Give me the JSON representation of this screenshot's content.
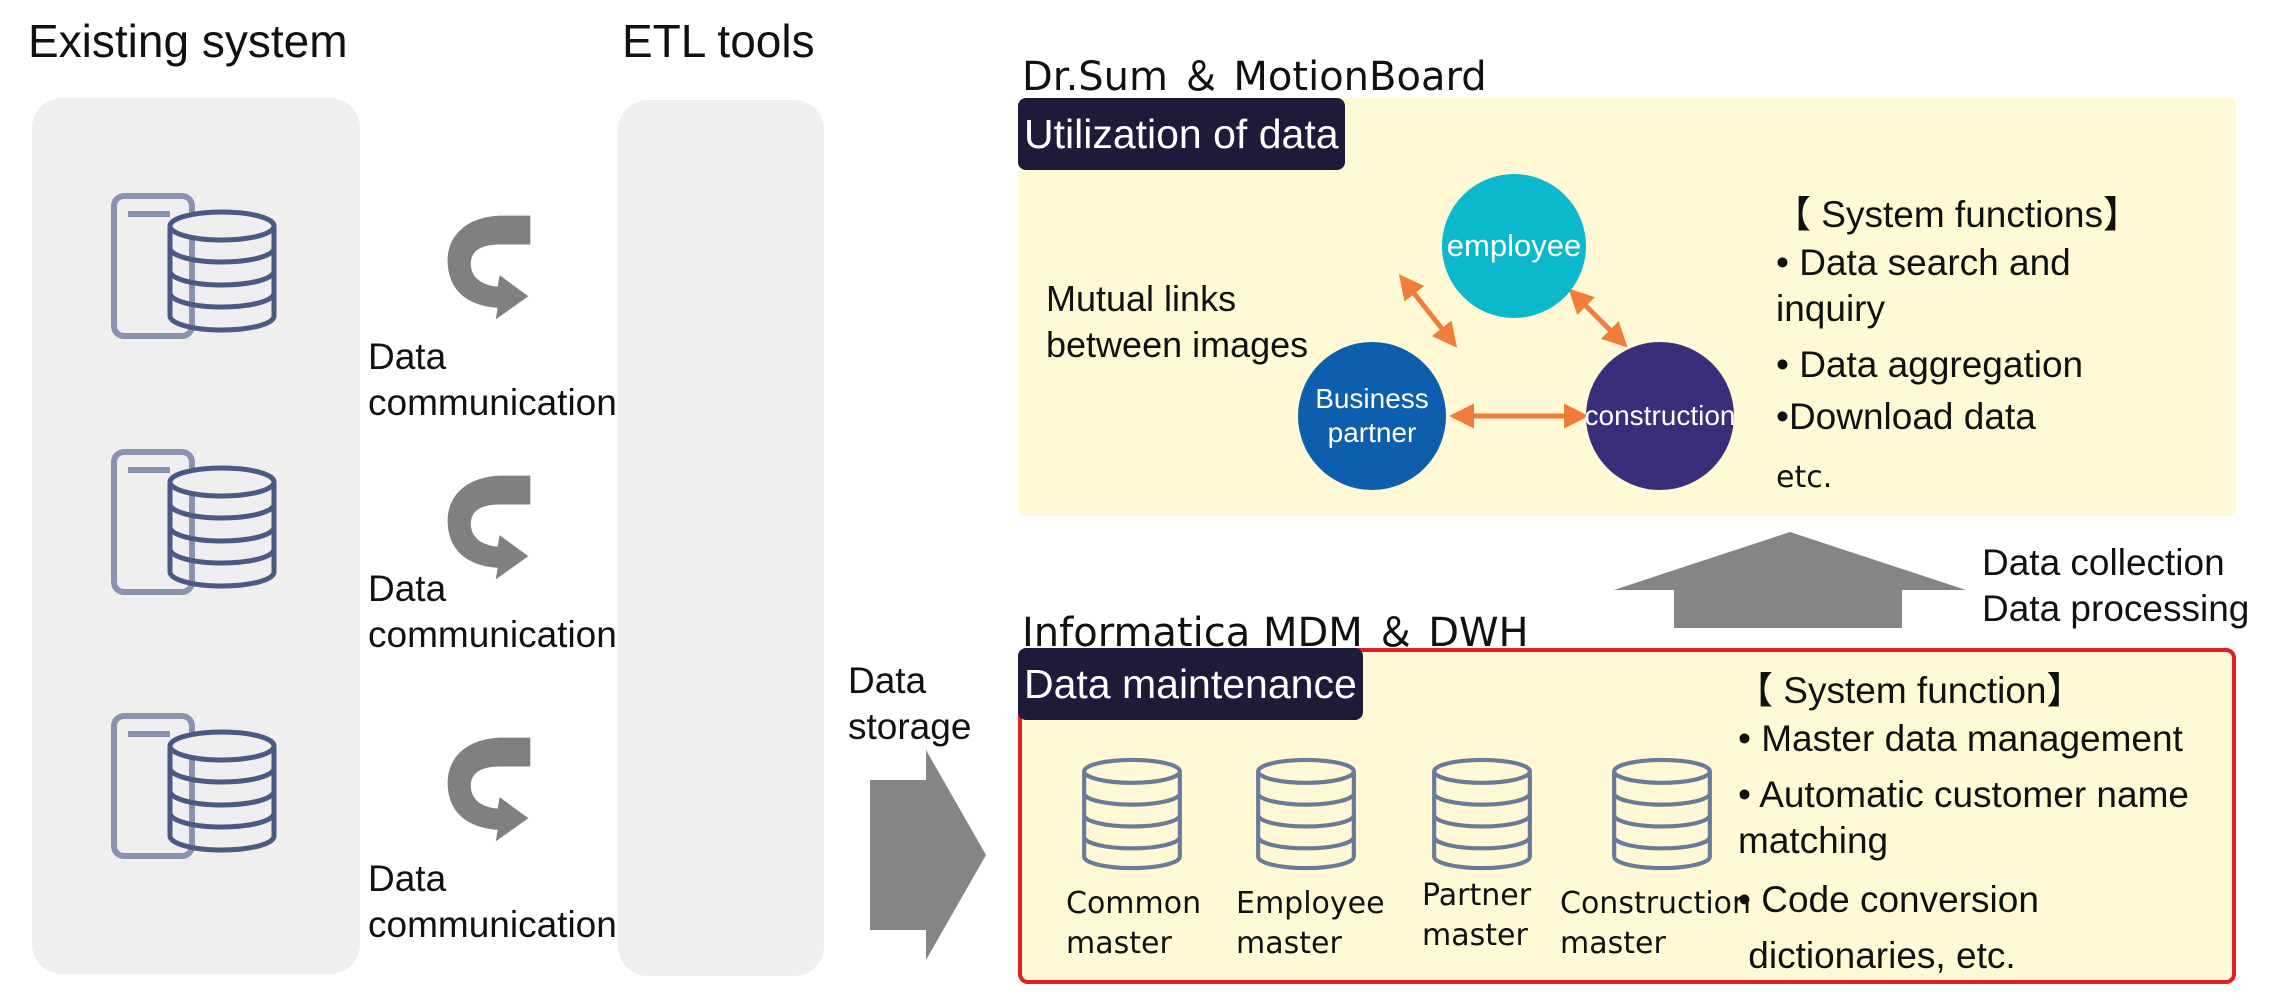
{
  "headers": {
    "existing_system": "Existing system",
    "etl_tools": "ETL tools",
    "drsum": "Dr.Sum ＆ MotionBoard",
    "informatica": "Informatica MDM ＆ DWH"
  },
  "data_communication": [
    "Data\ncommunication",
    "Data\ncommunication",
    "Data\ncommunication"
  ],
  "data_storage": "Data\nstorage",
  "utilization": {
    "tag": "Utilization of data",
    "mutual_links": "Mutual links\nbetween images",
    "circles": {
      "employee": "employee",
      "business_partner": "Business\npartner",
      "construction": "construction"
    },
    "functions_title": "【 System functions】",
    "functions": [
      "• Data search and\ninquiry",
      "• Data aggregation",
      "•Download data",
      "etc."
    ]
  },
  "collection": "Data collection\nData processing",
  "maintenance": {
    "tag": "Data maintenance",
    "masters": [
      "Common\nmaster",
      "Employee\nmaster",
      "Partner\nmaster",
      "Construction\nmaster"
    ],
    "functions_title": "【 System function】",
    "functions": [
      "• Master data management",
      "• Automatic customer name\nmatching",
      "• Code conversion\n dictionaries, etc."
    ]
  },
  "colors": {
    "panel_gray": "#efefef",
    "yellow": "#fff9d6",
    "tag_dark": "#1e1a3a",
    "employee_circle": "#0bb8cc",
    "partner_circle": "#0d5fad",
    "construction_circle": "#3a2e7a",
    "link_arrow": "#f27c3a",
    "arrow_gray": "#8a8a8a",
    "maintenance_border": "#e02020"
  }
}
